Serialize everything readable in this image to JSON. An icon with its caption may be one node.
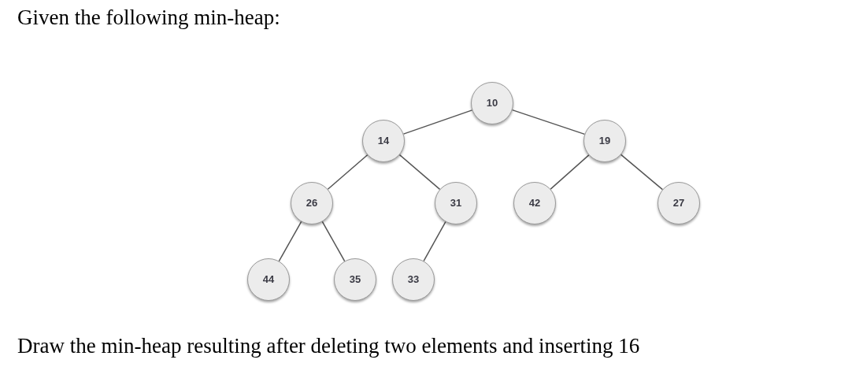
{
  "diagram": {
    "title": "Given the following min-heap:",
    "nodes": [
      {
        "text": [
          "10"
        ]
      },
      {
        "text": [
          "14"
        ]
      },
      {
        "text": [
          "19"
        ]
      },
      {
        "text": [
          "26"
        ]
      },
      {
        "text": [
          "31"
        ]
      },
      {
        "text": [
          "42"
        ]
      },
      {
        "text": [
          "27"
        ]
      },
      {
        "text": [
          "44"
        ]
      },
      {
        "text": [
          "35"
        ]
      },
      {
        "text": [
          "33"
        ]
      }
    ],
    "edges": [
      {
        "from": 0,
        "to": 1,
        "arrow": "none"
      },
      {
        "from": 0,
        "to": 2,
        "arrow": "none"
      },
      {
        "from": 1,
        "to": 3,
        "arrow": "none"
      },
      {
        "from": 1,
        "to": 4,
        "arrow": "none"
      },
      {
        "from": 2,
        "to": 5,
        "arrow": "none"
      },
      {
        "from": 2,
        "to": 6,
        "arrow": "none"
      },
      {
        "from": 3,
        "to": 7,
        "arrow": "none"
      },
      {
        "from": 3,
        "to": 8,
        "arrow": "none"
      },
      {
        "from": 4,
        "to": 9,
        "arrow": "none"
      }
    ],
    "labels": [
      "Draw the min-heap resulting after deleting two elements and inserting 16"
    ]
  }
}
